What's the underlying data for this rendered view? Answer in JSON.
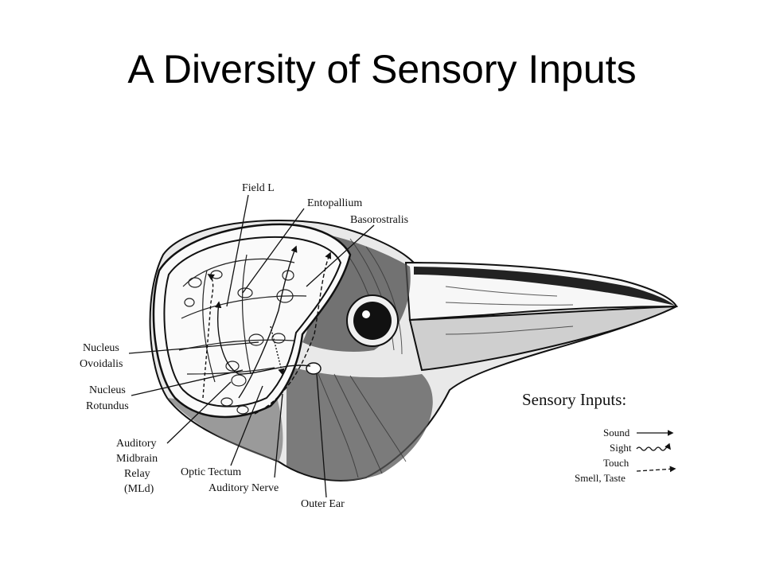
{
  "title": "A Diversity of Sensory Inputs",
  "labels": {
    "field_l": "Field L",
    "entopallium": "Entopallium",
    "basorostralis": "Basorostralis",
    "nucleus_ovoidalis_1": "Nucleus",
    "nucleus_ovoidalis_2": "Ovoidalis",
    "nucleus_rotundus_1": "Nucleus",
    "nucleus_rotundus_2": "Rotundus",
    "mld_1": "Auditory",
    "mld_2": "Midbrain",
    "mld_3": "Relay",
    "mld_4": "(MLd)",
    "optic_tectum": "Optic Tectum",
    "auditory_nerve": "Auditory Nerve",
    "outer_ear": "Outer Ear"
  },
  "legend": {
    "title": "Sensory Inputs:",
    "items": [
      "Sound",
      "Sight",
      "Touch",
      "Smell, Taste"
    ]
  }
}
